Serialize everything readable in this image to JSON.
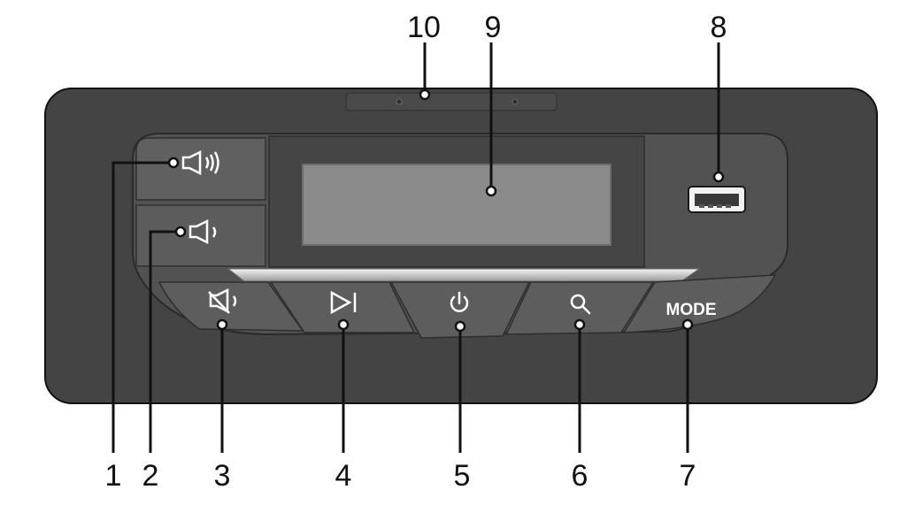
{
  "device": {
    "buttons": [
      {
        "id": "volume-up",
        "icon": "speaker-loud-icon",
        "label": ""
      },
      {
        "id": "volume-down",
        "icon": "speaker-quiet-icon",
        "label": ""
      },
      {
        "id": "mute",
        "icon": "speaker-mute-icon",
        "label": ""
      },
      {
        "id": "play-pause",
        "icon": "play-pause-icon",
        "label": ""
      },
      {
        "id": "power",
        "icon": "power-icon",
        "label": ""
      },
      {
        "id": "search",
        "icon": "magnifier-icon",
        "label": ""
      },
      {
        "id": "mode",
        "icon": "",
        "label": "MODE"
      }
    ],
    "usb_port": {
      "icon": "usb-port-icon"
    },
    "display": {
      "text": ""
    },
    "microphone": {
      "icon": "microphone-icon"
    }
  },
  "callouts": {
    "c1": "1",
    "c2": "2",
    "c3": "3",
    "c4": "4",
    "c5": "5",
    "c6": "6",
    "c7": "7",
    "c8": "8",
    "c9": "9",
    "c10": "10"
  },
  "colors": {
    "body": "#444444",
    "panel": "#505050",
    "button": "#5f5f5f",
    "display": "#8a8a8a",
    "outline": "#111111",
    "icon": "#ffffff"
  }
}
